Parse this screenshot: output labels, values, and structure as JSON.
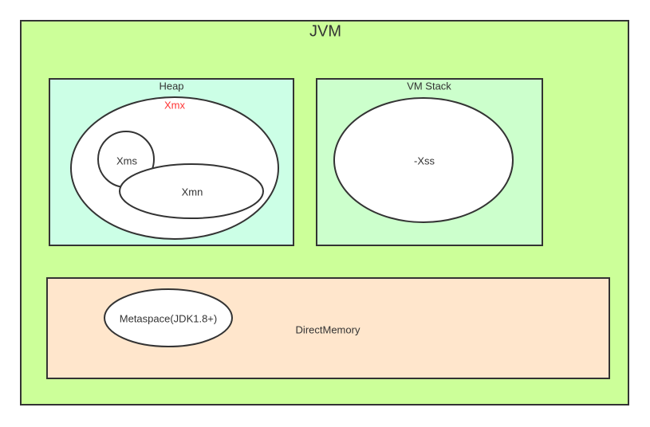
{
  "jvm": {
    "title": "JVM"
  },
  "heap": {
    "title": "Heap",
    "xmx": "Xmx",
    "xms": "Xms",
    "xmn": "Xmn"
  },
  "vm_stack": {
    "title": "VM Stack",
    "xss": "-Xss"
  },
  "direct_memory": {
    "title": "DirectMemory",
    "metaspace": "Metaspace(JDK1.8+)"
  },
  "colors": {
    "jvm_fill": "#ccff99",
    "heap_fill": "#ccffe6",
    "stack_fill": "#ccffcc",
    "direct_fill": "#ffe6cc",
    "xmx_text": "#ff3333",
    "stroke": "#333333"
  }
}
